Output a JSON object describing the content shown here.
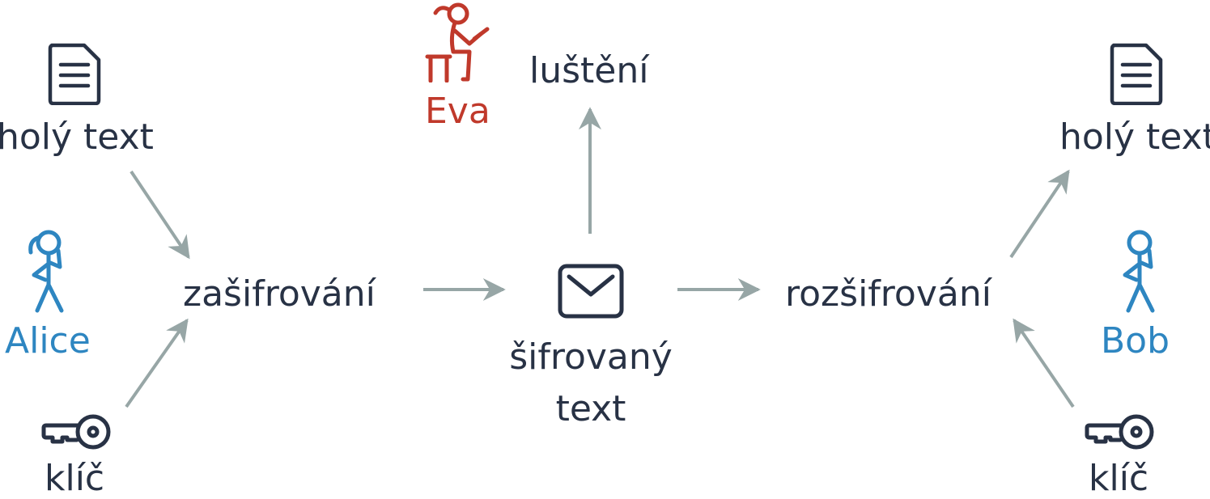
{
  "colors": {
    "text": "#283245",
    "eve": "#c0392b",
    "alice_bob": "#2e86c1",
    "arrow": "#97a6a6"
  },
  "left": {
    "plaintext_label": "holý text",
    "key_label": "klíč",
    "person_label": "Alice",
    "encrypt_label": "zašifrování",
    "plaintext_icon": "document-icon",
    "key_icon": "key-icon",
    "person_icon": "stick-figure-icon"
  },
  "center": {
    "ciphertext_label_line1": "šifrovaný",
    "ciphertext_label_line2": "text",
    "ciphertext_icon": "envelope-icon",
    "attacker_label": "Eva",
    "attacker_icon": "stick-figure-with-laptop-icon",
    "cryptanalysis_label": "luštění"
  },
  "right": {
    "plaintext_label": "holý text",
    "key_label": "klíč",
    "person_label": "Bob",
    "decrypt_label": "rozšifrování",
    "plaintext_icon": "document-icon",
    "key_icon": "key-icon",
    "person_icon": "stick-figure-icon"
  }
}
